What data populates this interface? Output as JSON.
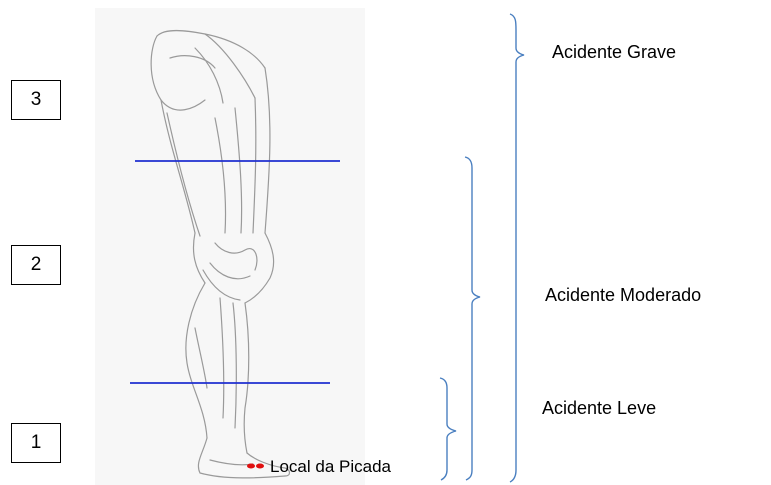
{
  "zones": {
    "zone_3": "3",
    "zone_2": "2",
    "zone_1": "1"
  },
  "severity": {
    "grave": "Acidente Grave",
    "moderado": "Acidente Moderado",
    "leve": "Acidente Leve"
  },
  "bite_site": {
    "label": "Local da Picada",
    "marker_color": "#e01010"
  },
  "colors": {
    "divider_line": "#1f2fd0",
    "bracket": "#4a7fc0",
    "sketch": "#9a9a9a"
  }
}
